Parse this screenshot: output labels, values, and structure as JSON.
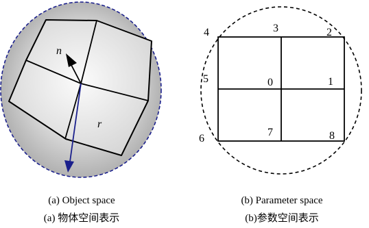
{
  "object_space": {
    "label_n": "n",
    "label_r": "r",
    "colors": {
      "sphere_edge": "#1a1f8c",
      "arrow_r": "#1a1f8c",
      "fill_light": "#f7f7f7",
      "fill_dark": "#a8a8a8"
    }
  },
  "parameter_space": {
    "grid_labels": [
      "0",
      "1",
      "2",
      "3",
      "4",
      "5",
      "6",
      "7",
      "8"
    ]
  },
  "captions": {
    "a_en": "(a) Object space",
    "a_zh": "(a)  物体空间表示",
    "b_en": "(b) Parameter space",
    "b_zh": "(b)参数空间表示"
  }
}
